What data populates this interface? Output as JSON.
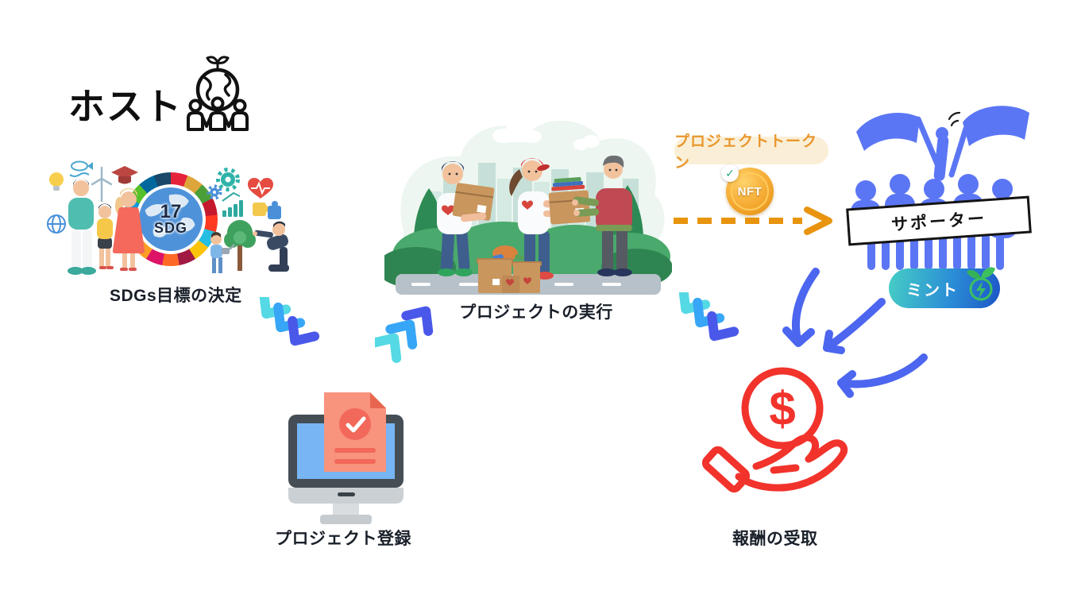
{
  "host": {
    "label": "ホスト"
  },
  "labels": {
    "sdgs": "SDGs目標の決定",
    "execute": "プロジェクトの実行",
    "register": "プロジェクト登録",
    "reward": "報酬の受取"
  },
  "sdg_wheel": {
    "number": "17",
    "text": "SDG",
    "colors": [
      "#E5243B",
      "#DDA63A",
      "#4C9F38",
      "#C5192D",
      "#FF3A21",
      "#26BDE2",
      "#FCC30B",
      "#A21942",
      "#FD6925",
      "#DD1367",
      "#FD9D24",
      "#BF8B2E",
      "#3F7E44",
      "#0A97D9",
      "#56C02B",
      "#00689D",
      "#19486A"
    ]
  },
  "token": {
    "badge": "プロジェクトトークン",
    "coin": "NFT",
    "check_glyph": "✓"
  },
  "supporters": {
    "banner": "サポーター"
  },
  "mint": {
    "label": "ミント"
  },
  "reward": {
    "currency": "$"
  },
  "colors": {
    "chevron_cyan": "#55D9E5",
    "chevron_blue": "#38A6F6",
    "chevron_indigo": "#4A58EA",
    "arrow_blue": "#4C66EF",
    "dashed_orange": "#E8940F",
    "token_bg": "#FAEFD6",
    "token_text": "#E8972E",
    "crowd_blue": "#5B76F4",
    "mint_teal": "#46CEC5",
    "mint_blue": "#1C55C6",
    "reward_red": "#F1332C",
    "label_dark": "#1A202A"
  }
}
